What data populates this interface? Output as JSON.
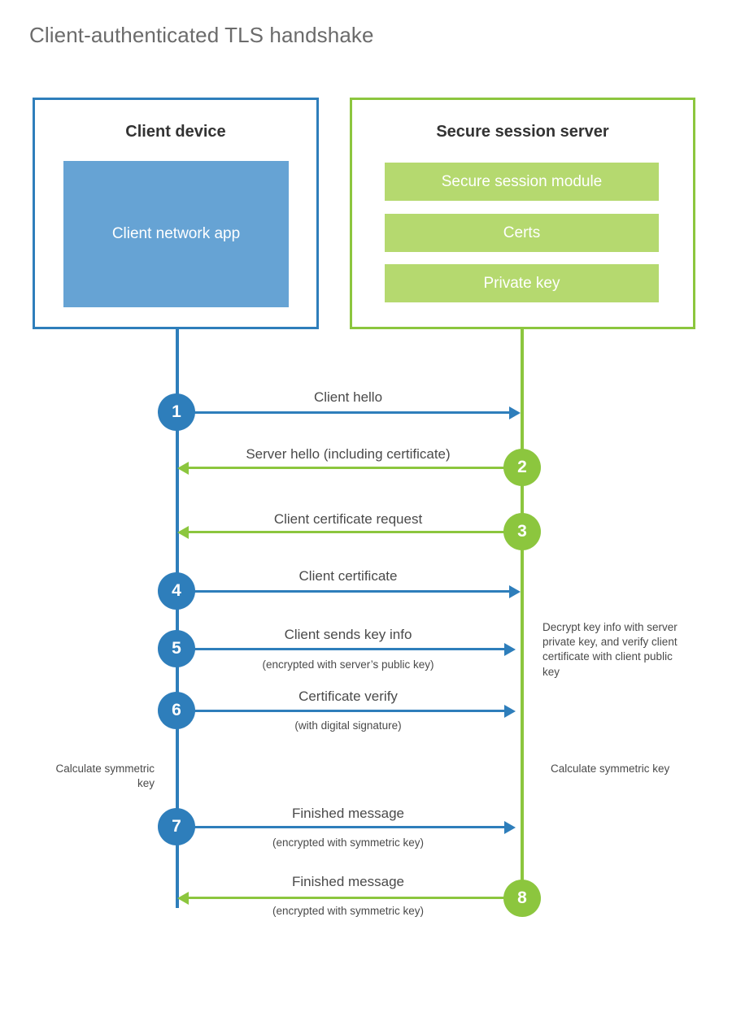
{
  "title": "Client-authenticated TLS handshake",
  "colors": {
    "client_blue": "#2e7ebb",
    "client_app_fill": "#66a3d4",
    "server_green": "#8cc63e",
    "server_bar_fill": "#b5d96f",
    "text": "#4a4a4a",
    "title_text": "#6b6b6b",
    "background": "#ffffff"
  },
  "client": {
    "title": "Client device",
    "app_label": "Client network app"
  },
  "server": {
    "title": "Secure session server",
    "components": [
      "Secure session module",
      "Certs",
      "Private key"
    ]
  },
  "notes": {
    "server_decrypt": "Decrypt key info with server private key, and verify client certificate with client public key",
    "client_calculate": "Calculate symmetric key",
    "server_calculate": "Calculate symmetric key"
  },
  "steps": [
    {
      "number": "1",
      "label": "Client hello",
      "sub": "",
      "direction": "client-to-server",
      "color": "blue"
    },
    {
      "number": "2",
      "label": "Server hello (including certificate)",
      "sub": "",
      "direction": "server-to-client",
      "color": "green"
    },
    {
      "number": "3",
      "label": "Client certificate request",
      "sub": "",
      "direction": "server-to-client",
      "color": "green"
    },
    {
      "number": "4",
      "label": "Client certificate",
      "sub": "",
      "direction": "client-to-server",
      "color": "blue"
    },
    {
      "number": "5",
      "label": "Client sends key info",
      "sub": "(encrypted with server’s public key)",
      "direction": "client-to-server",
      "color": "blue"
    },
    {
      "number": "6",
      "label": "Certificate verify",
      "sub": "(with digital signature)",
      "direction": "client-to-server",
      "color": "blue"
    },
    {
      "number": "7",
      "label": "Finished message",
      "sub": "(encrypted with symmetric key)",
      "direction": "client-to-server",
      "color": "blue"
    },
    {
      "number": "8",
      "label": "Finished message",
      "sub": "(encrypted with symmetric key)",
      "direction": "server-to-client",
      "color": "green"
    }
  ]
}
